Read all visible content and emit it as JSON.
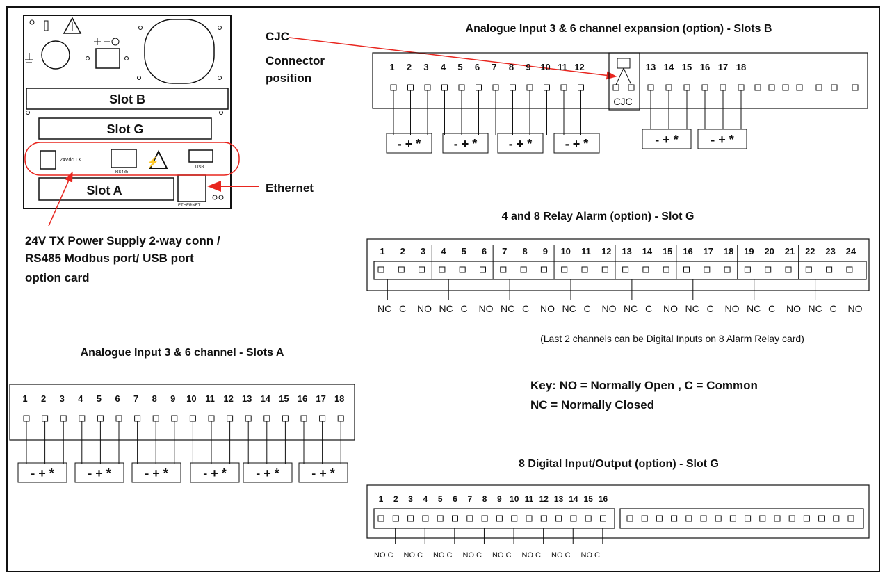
{
  "panel": {
    "slot_b": "Slot B",
    "slot_g": "Slot G",
    "slot_a": "Slot A",
    "conn_24v": "24Vdc TX",
    "conn_rs485": "RS485",
    "conn_usb": "USB",
    "conn_ethernet": "ETHERNET"
  },
  "callouts": {
    "cjc": [
      "CJC",
      "Connector",
      "position"
    ],
    "ethernet": "Ethernet",
    "power": [
      "24V TX Power Supply 2-way conn /",
      "RS485 Modbus port/ USB port",
      "option card"
    ]
  },
  "slots_b": {
    "title": "Analogue Input 3 & 6 channel expansion (option) - Slots B",
    "numbers_left": [
      "1",
      "2",
      "3",
      "4",
      "5",
      "6",
      "7",
      "8",
      "9",
      "10",
      "11",
      "12"
    ],
    "numbers_right": [
      "13",
      "14",
      "15",
      "16",
      "17",
      "18"
    ],
    "cjc_label": "CJC",
    "group_label": "- + *"
  },
  "relay": {
    "title": "4 and 8 Relay Alarm (option) - Slot G",
    "numbers": [
      "1",
      "2",
      "3",
      "4",
      "5",
      "6",
      "7",
      "8",
      "9",
      "10",
      "11",
      "12",
      "13",
      "14",
      "15",
      "16",
      "17",
      "18",
      "19",
      "20",
      "21",
      "22",
      "23",
      "24"
    ],
    "contacts": [
      "NC",
      "C",
      "NO"
    ],
    "note": "(Last 2 channels can be Digital Inputs on 8 Alarm Relay card)"
  },
  "slots_a": {
    "title": "Analogue Input 3 & 6 channel - Slots A",
    "numbers": [
      "1",
      "2",
      "3",
      "4",
      "5",
      "6",
      "7",
      "8",
      "9",
      "10",
      "11",
      "12",
      "13",
      "14",
      "15",
      "16",
      "17",
      "18"
    ],
    "group_label": "- + *"
  },
  "key": {
    "line1": "Key: NO = Normally Open , C = Common",
    "line2": "NC =  Normally Closed"
  },
  "digital": {
    "title": "8 Digital Input/Output (option) - Slot G",
    "numbers": [
      "1",
      "2",
      "3",
      "4",
      "5",
      "6",
      "7",
      "8",
      "9",
      "10",
      "11",
      "12",
      "13",
      "14",
      "15",
      "16"
    ],
    "pair_label": "NO C"
  },
  "colors": {
    "arrow": "#e8261f",
    "highlight": "#e8261f",
    "line": "#111111"
  }
}
